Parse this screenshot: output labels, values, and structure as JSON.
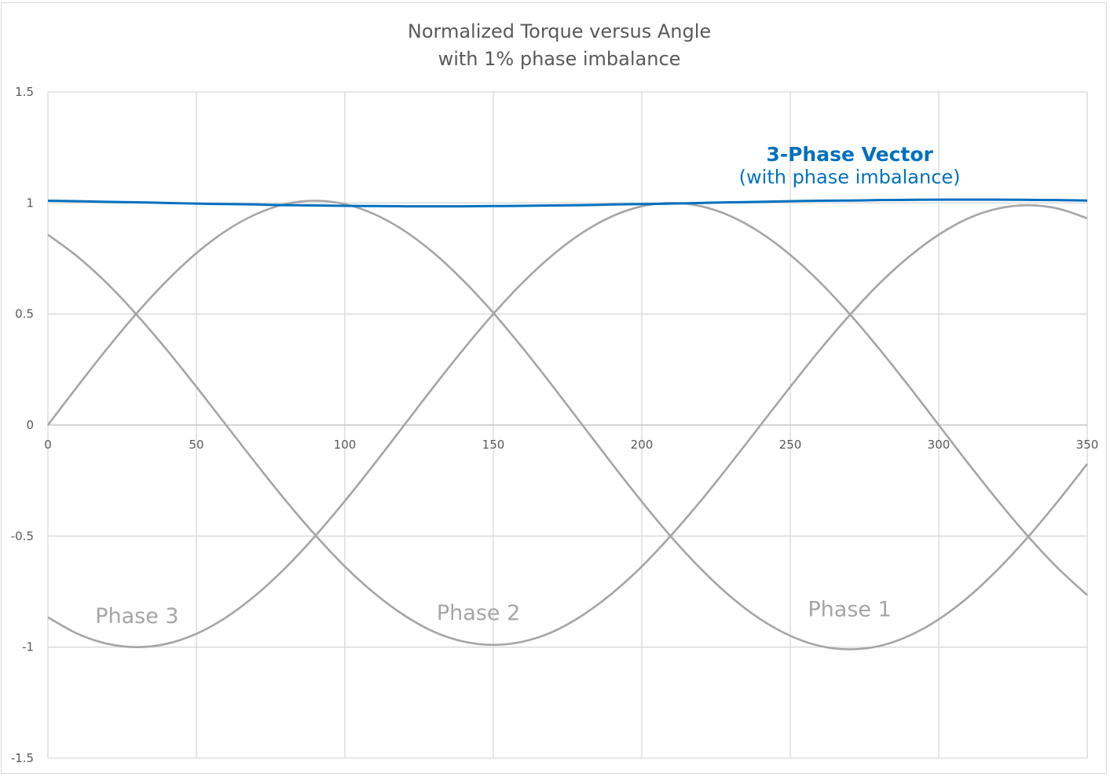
{
  "chart_data": {
    "type": "line",
    "title": [
      "Normalized Torque versus Angle",
      "with 1% phase imbalance"
    ],
    "xlabel": "",
    "ylabel": "",
    "xlim": [
      0,
      350
    ],
    "ylim": [
      -1.5,
      1.5
    ],
    "xticks": [
      0,
      50,
      100,
      150,
      200,
      250,
      300,
      350
    ],
    "yticks": [
      1.5,
      1,
      0.5,
      0,
      -0.5,
      -1,
      -1.5
    ],
    "ytick_labels": [
      "1.5",
      "1",
      "0.5",
      "0",
      "-0.5",
      "-1",
      "-1.5"
    ],
    "xtick_labels": [
      "0",
      "50",
      "100",
      "150",
      "200",
      "250",
      "300",
      "350"
    ],
    "grid": true,
    "legend": "none",
    "x": [
      0,
      10,
      20,
      30,
      40,
      50,
      60,
      70,
      80,
      90,
      100,
      110,
      120,
      130,
      140,
      150,
      160,
      170,
      180,
      190,
      200,
      210,
      220,
      230,
      240,
      250,
      260,
      270,
      280,
      290,
      300,
      310,
      320,
      330,
      340,
      350
    ],
    "series": [
      {
        "name": "Phase 1",
        "color": "#a5a5a5",
        "values": [
          0,
          0.175,
          0.345,
          0.505,
          0.649,
          0.774,
          0.875,
          0.949,
          0.995,
          1.01,
          0.995,
          0.949,
          0.875,
          0.774,
          0.649,
          0.505,
          0.345,
          0.175,
          0,
          -0.175,
          -0.345,
          -0.505,
          -0.649,
          -0.774,
          -0.875,
          -0.949,
          -0.995,
          -1.01,
          -0.995,
          -0.949,
          -0.875,
          -0.774,
          -0.649,
          -0.505,
          -0.345,
          -0.175
        ]
      },
      {
        "name": "Phase 2",
        "color": "#a5a5a5",
        "values": [
          0.857,
          0.758,
          0.637,
          0.495,
          0.339,
          0.172,
          0,
          -0.172,
          -0.339,
          -0.495,
          -0.637,
          -0.758,
          -0.857,
          -0.931,
          -0.975,
          -0.99,
          -0.975,
          -0.931,
          -0.857,
          -0.758,
          -0.637,
          -0.495,
          -0.339,
          -0.172,
          0,
          0.172,
          0.339,
          0.495,
          0.637,
          0.758,
          0.857,
          0.931,
          0.975,
          0.99,
          0.975,
          0.931
        ]
      },
      {
        "name": "Phase 3",
        "color": "#a5a5a5",
        "values": [
          -0.866,
          -0.94,
          -0.985,
          -1,
          -0.985,
          -0.94,
          -0.866,
          -0.766,
          -0.643,
          -0.5,
          -0.342,
          -0.174,
          0,
          0.174,
          0.342,
          0.5,
          0.643,
          0.766,
          0.866,
          0.94,
          0.985,
          1,
          0.985,
          0.94,
          0.866,
          0.766,
          0.643,
          0.5,
          0.342,
          0.174,
          0,
          -0.174,
          -0.342,
          -0.5,
          -0.643,
          -0.766
        ]
      },
      {
        "name": "3-Phase Vector",
        "color": "#0070c0",
        "values": [
          1.01,
          1.008,
          1.005,
          1.003,
          1.0,
          0.997,
          0.995,
          0.993,
          0.99,
          0.989,
          0.987,
          0.986,
          0.985,
          0.985,
          0.985,
          0.986,
          0.987,
          0.989,
          0.99,
          0.993,
          0.995,
          0.997,
          1.0,
          1.003,
          1.005,
          1.008,
          1.01,
          1.011,
          1.013,
          1.014,
          1.015,
          1.015,
          1.015,
          1.014,
          1.013,
          1.011
        ]
      }
    ],
    "annotations": [
      {
        "text": "Phase 3",
        "x": 30,
        "y": -0.86,
        "color": "#a5a5a5"
      },
      {
        "text": "Phase 2",
        "x": 145,
        "y": -0.845,
        "color": "#a5a5a5"
      },
      {
        "text": "Phase 1",
        "x": 270,
        "y": -0.83,
        "color": "#a5a5a5"
      },
      {
        "text": "3-Phase Vector",
        "x": 270,
        "y": 1.22,
        "color": "#0070c0",
        "bold": true
      },
      {
        "text": "(with phase imbalance)",
        "x": 270,
        "y": 1.12,
        "color": "#0070c0"
      }
    ]
  }
}
